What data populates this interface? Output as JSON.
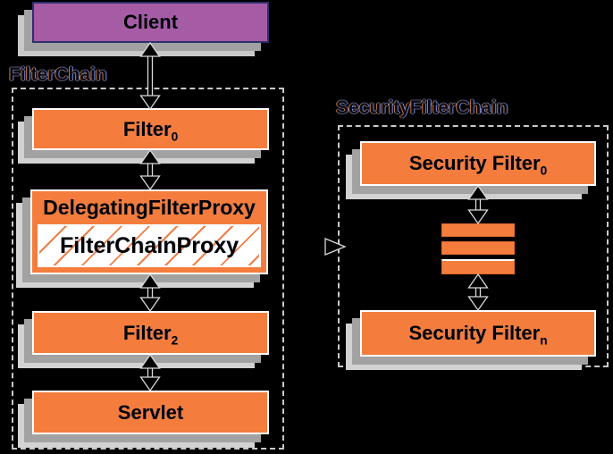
{
  "colors": {
    "box_orange": "#F47D3D",
    "client_purple": "#A65CA5",
    "shadow_dark": "#A2A2A2",
    "shadow_light": "#D2D2D2",
    "dash_border": "#C9C9C9",
    "label_text": "#000000"
  },
  "client": {
    "label": "Client"
  },
  "filter_chain": {
    "title": "FilterChain",
    "boxes": {
      "filter0": {
        "base": "Filter",
        "sub": "0"
      },
      "delegating_filter_proxy": {
        "label": "DelegatingFilterProxy"
      },
      "filter_chain_proxy": {
        "label": "FilterChainProxy"
      },
      "filter2": {
        "base": "Filter",
        "sub": "2"
      },
      "servlet": {
        "label": "Servlet"
      }
    }
  },
  "security_filter_chain": {
    "title": "SecurityFilterChain",
    "boxes": {
      "security_filter0": {
        "base": "Security Filter",
        "sub": "0"
      },
      "security_filtern": {
        "base": "Security Filter",
        "sub": "n"
      }
    }
  }
}
